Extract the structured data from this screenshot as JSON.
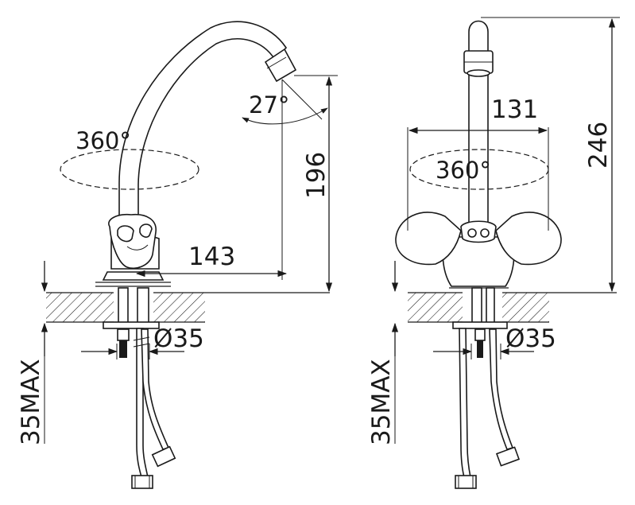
{
  "side_view": {
    "rotation_label": "360°",
    "spout_angle_label": "27°",
    "height_label": "196",
    "reach_label": "143",
    "hole_diameter_label": "Ø35",
    "max_thickness_label": "35MAX"
  },
  "front_view": {
    "width_label": "131",
    "rotation_label": "360°",
    "total_height_label": "246",
    "hole_diameter_label": "Ø35",
    "max_thickness_label": "35MAX"
  }
}
